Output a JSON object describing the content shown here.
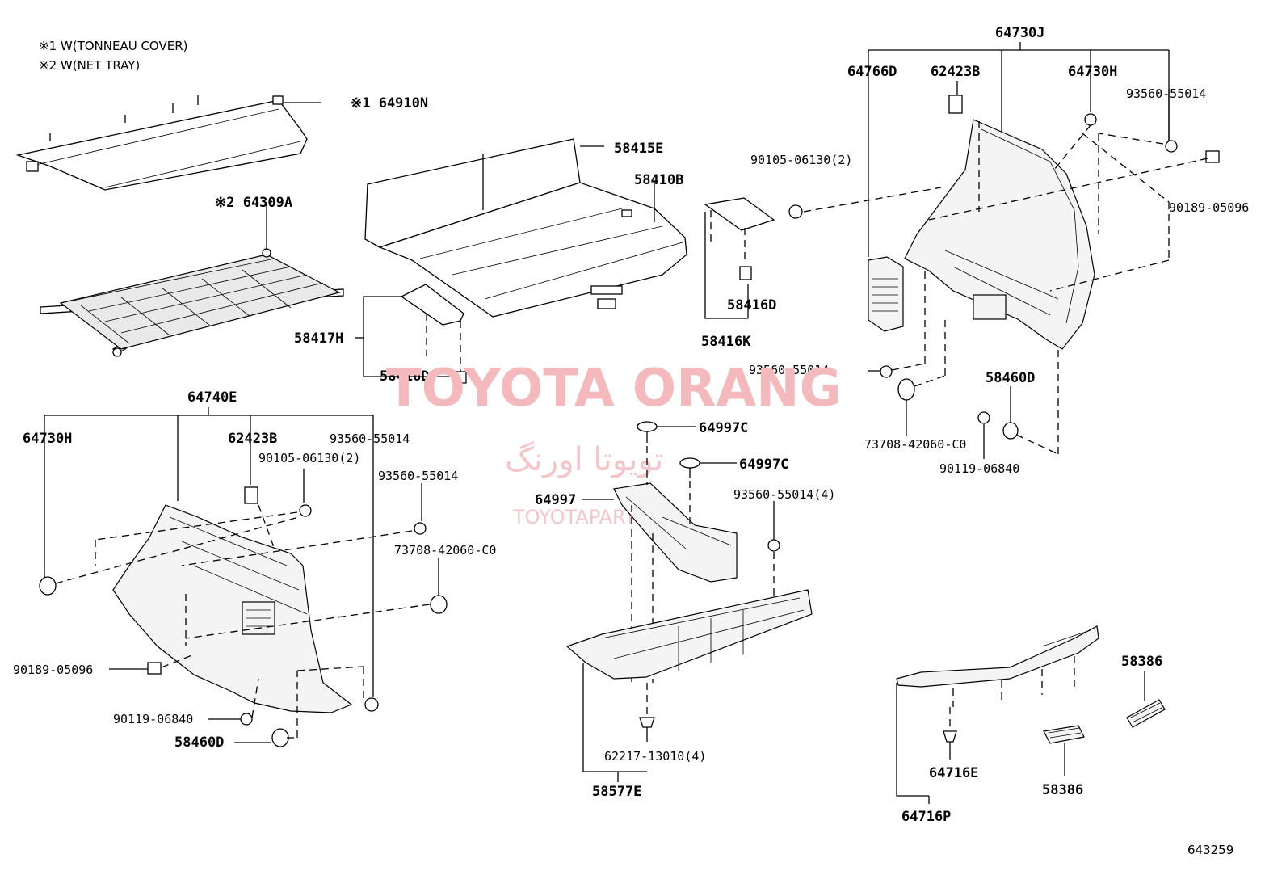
{
  "notes": [
    "※1 W(TONNEAU COVER)",
    "※2 W(NET TRAY)"
  ],
  "watermark": {
    "latin": "TOYOTA ORANG",
    "persian": "تویوتا اورنگ",
    "site": "TOYOTAPART.IR",
    "color": "#f3b9bd"
  },
  "reference_number": "643259",
  "labels": {
    "p64910N": "※1 64910N",
    "p64309A": "※2 64309A",
    "p58415E": "58415E",
    "p58410B": "58410B",
    "p58417H": "58417H",
    "p58416D_a": "58416D",
    "p58416D_b": "58416D",
    "p58416K": "58416K",
    "p64730J": "64730J",
    "p64766D": "64766D",
    "p62423B_r": "62423B",
    "p64730H_r": "64730H",
    "p93560_r1": "93560-55014",
    "p90105_r": "90105-06130(2)",
    "p90189_r": "90189-05096",
    "p93560_r2": "93560-55014",
    "p58460D_r": "58460D",
    "p73708_r": "73708-42060-C0",
    "p90119_r": "90119-06840",
    "p64740E": "64740E",
    "p64730H_l": "64730H",
    "p62423B_l": "62423B",
    "p93560_l1": "93560-55014",
    "p90105_l": "90105-06130(2)",
    "p93560_l2": "93560-55014",
    "p73708_l": "73708-42060-C0",
    "p90189_l": "90189-05096",
    "p90119_l": "90119-06840",
    "p58460D_l": "58460D",
    "p64997C_a": "64997C",
    "p64997C_b": "64997C",
    "p64997": "64997",
    "p93560_c": "93560-55014(4)",
    "p62217": "62217-13010(4)",
    "p58577E": "58577E",
    "p58386_a": "58386",
    "p58386_b": "58386",
    "p64716E": "64716E",
    "p64716P": "64716P"
  }
}
